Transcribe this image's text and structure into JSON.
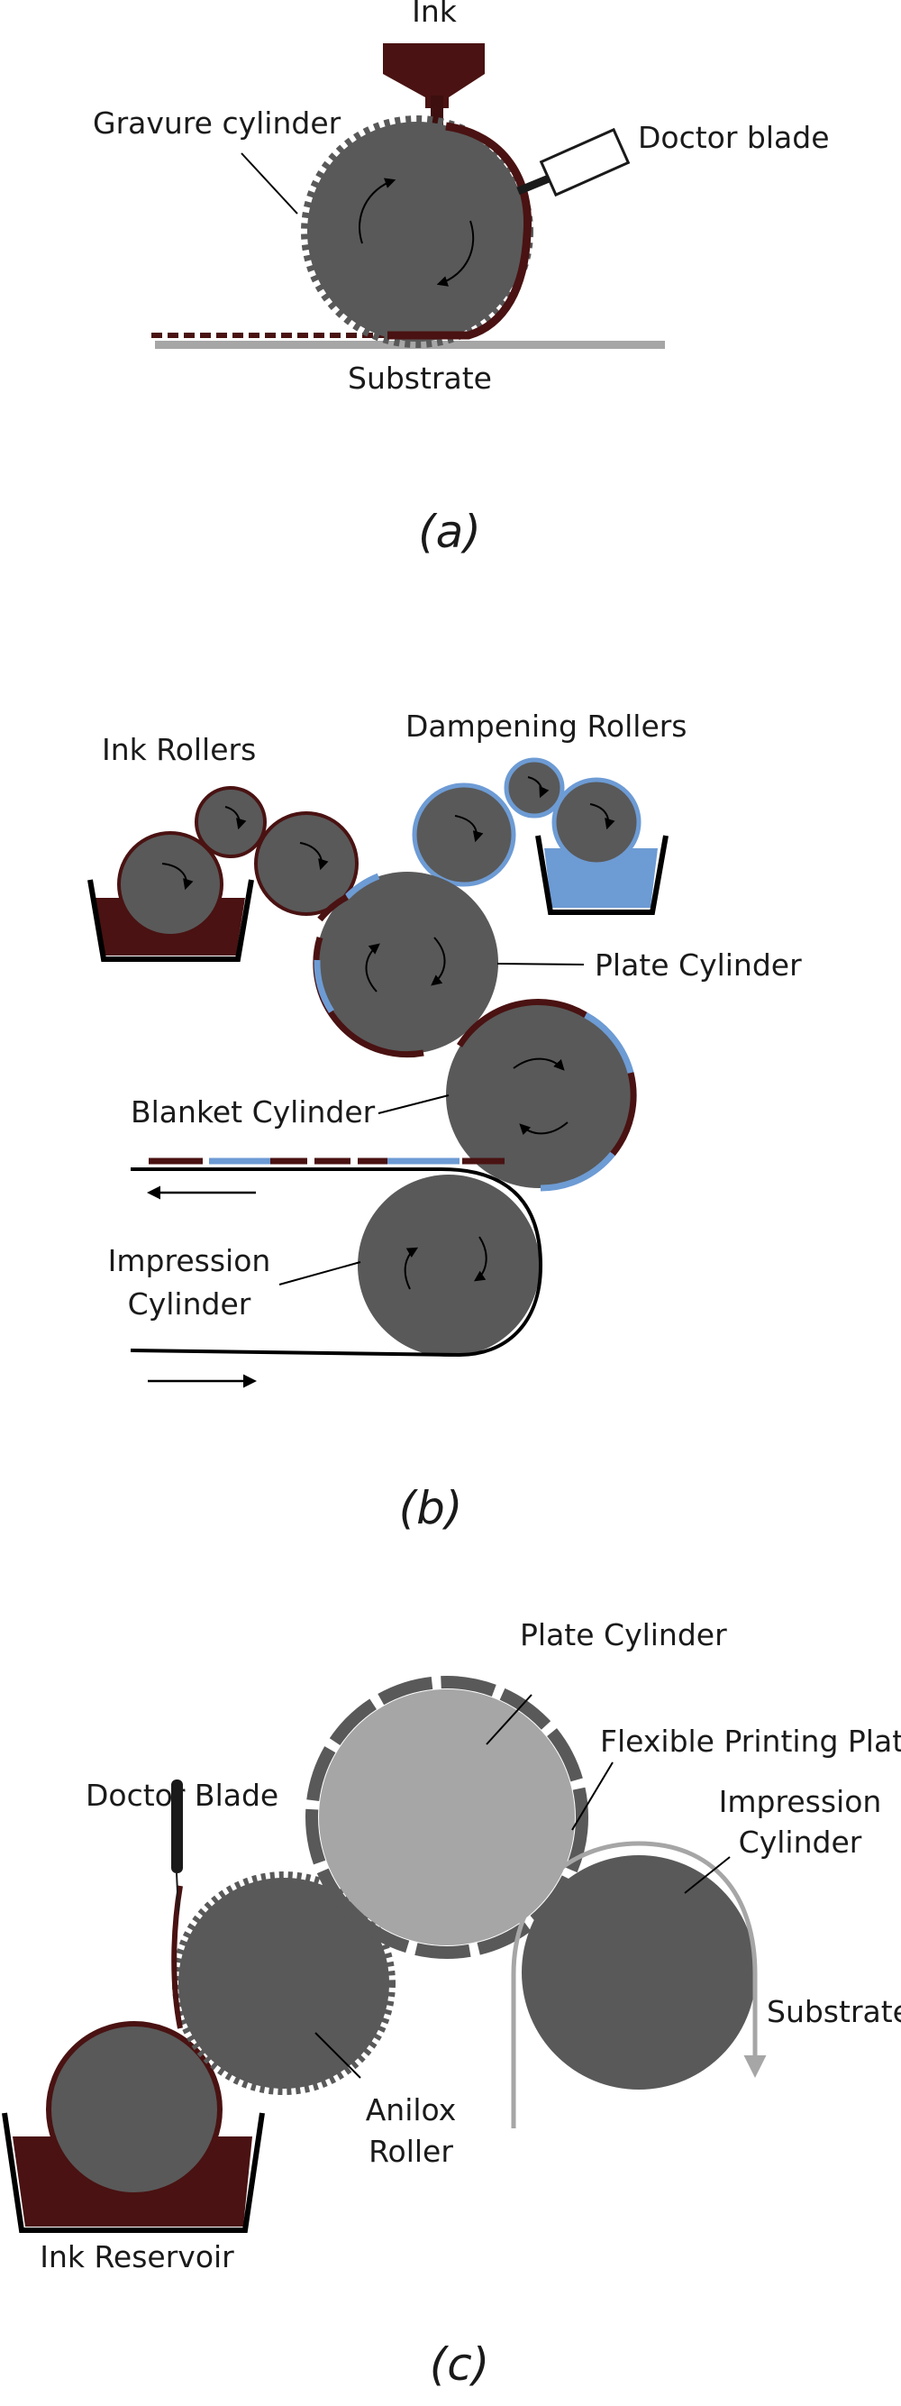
{
  "colors": {
    "cylinder": "#595959",
    "cylinder_light": "#a6a6a6",
    "ink": "#4a1212",
    "ink_dark": "#3d0f0f",
    "water": "#6d9bd4",
    "substrate_gray": "#a6a6a6",
    "line": "#000000"
  },
  "panel_a": {
    "labels": {
      "ink": "Ink",
      "gravure_cylinder": "Gravure cylinder",
      "doctor_blade": "Doctor blade",
      "substrate": "Substrate"
    },
    "caption": "(a)"
  },
  "panel_b": {
    "labels": {
      "ink_rollers": "Ink Rollers",
      "dampening_rollers": "Dampening Rollers",
      "plate_cylinder": "Plate Cylinder",
      "blanket_cylinder": "Blanket Cylinder",
      "impression_line1": "Impression",
      "impression_line2": "Cylinder"
    },
    "caption": "(b)"
  },
  "panel_c": {
    "labels": {
      "plate_cylinder": "Plate Cylinder",
      "flexible_printing_plate": "Flexible Printing Plate",
      "doctor_blade": "Doctor Blade",
      "impression_line1": "Impression",
      "impression_line2": "Cylinder",
      "substrate": "Substrate",
      "anilox_line1": "Anilox",
      "anilox_line2": "Roller",
      "ink_reservoir": "Ink Reservoir"
    },
    "caption": "(c)"
  }
}
